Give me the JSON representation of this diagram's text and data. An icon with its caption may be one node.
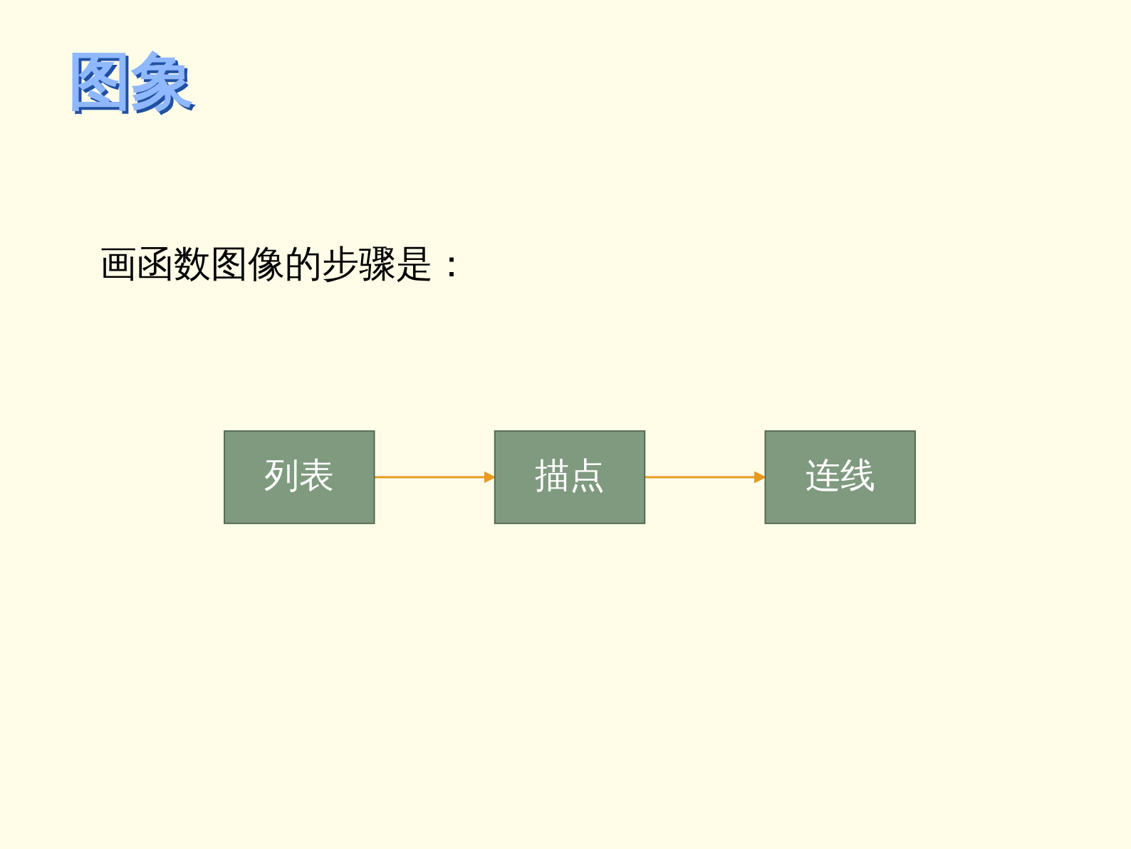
{
  "diagram": {
    "title": "图象",
    "nodes": [
      {
        "text": [
          "列表"
        ]
      },
      {
        "text": [
          "描点"
        ]
      },
      {
        "text": [
          "连线"
        ]
      }
    ],
    "edges": [
      {
        "from": 0,
        "to": 1,
        "arrow": "to"
      },
      {
        "from": 1,
        "to": 2,
        "arrow": "to"
      }
    ],
    "labels": [
      "画函数图像的步骤是："
    ]
  }
}
